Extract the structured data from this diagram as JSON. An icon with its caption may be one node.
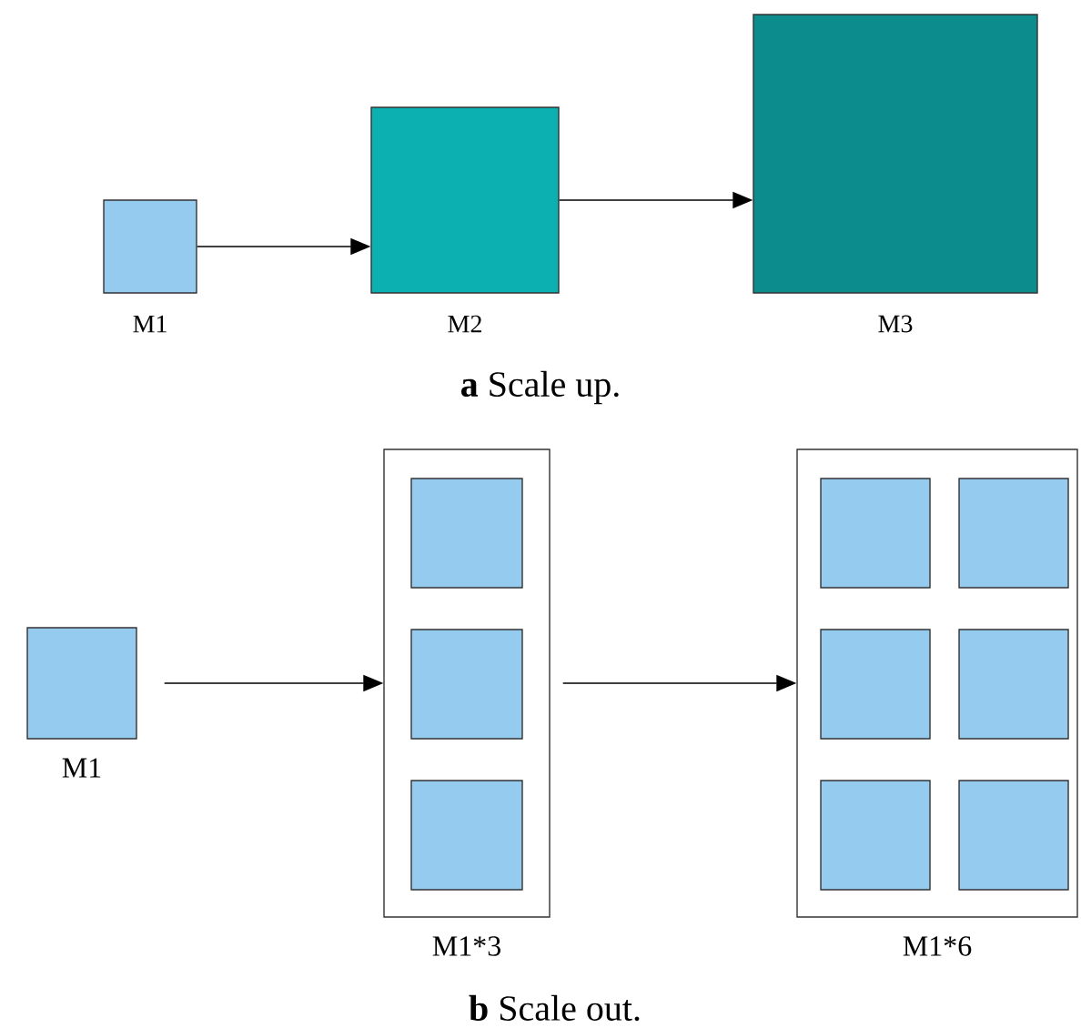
{
  "diagram": {
    "nodes": [
      {
        "text": [
          "M1"
        ]
      },
      {
        "text": [
          "M2"
        ]
      },
      {
        "text": [
          "M3"
        ]
      },
      {
        "text": [
          "M1"
        ]
      },
      {
        "text": [
          "M1*3"
        ]
      },
      {
        "text": [],
        "shape": "box",
        "in": 4
      },
      {
        "text": [],
        "shape": "box",
        "in": 4
      },
      {
        "text": [],
        "shape": "box",
        "in": 4
      },
      {
        "text": [
          "M1*6"
        ]
      },
      {
        "text": [],
        "shape": "box",
        "in": 8
      },
      {
        "text": [],
        "shape": "box",
        "in": 8
      },
      {
        "text": [],
        "shape": "box",
        "in": 8
      },
      {
        "text": [],
        "shape": "box",
        "in": 8
      },
      {
        "text": [],
        "shape": "box",
        "in": 8
      },
      {
        "text": [],
        "shape": "box",
        "in": 8
      }
    ],
    "edges": [
      {
        "from": 0,
        "to": 1,
        "arrow": "to"
      },
      {
        "from": 1,
        "to": 2,
        "arrow": "to"
      },
      {
        "from": 3,
        "to": 4,
        "arrow": "to"
      },
      {
        "from": 4,
        "to": 8,
        "arrow": "to"
      }
    ],
    "labels": [
      "**a** Scale up.",
      "**b** Scale out."
    ]
  }
}
